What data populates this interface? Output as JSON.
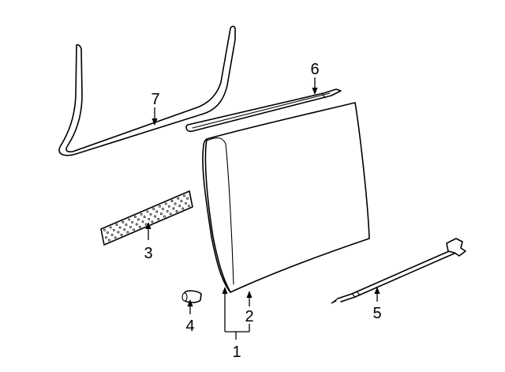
{
  "diagram": {
    "callouts": {
      "c1": "1",
      "c2": "2",
      "c3": "3",
      "c4": "4",
      "c5": "5",
      "c6": "6",
      "c7": "7"
    },
    "colors": {
      "line": "#000000",
      "background": "#ffffff"
    }
  }
}
